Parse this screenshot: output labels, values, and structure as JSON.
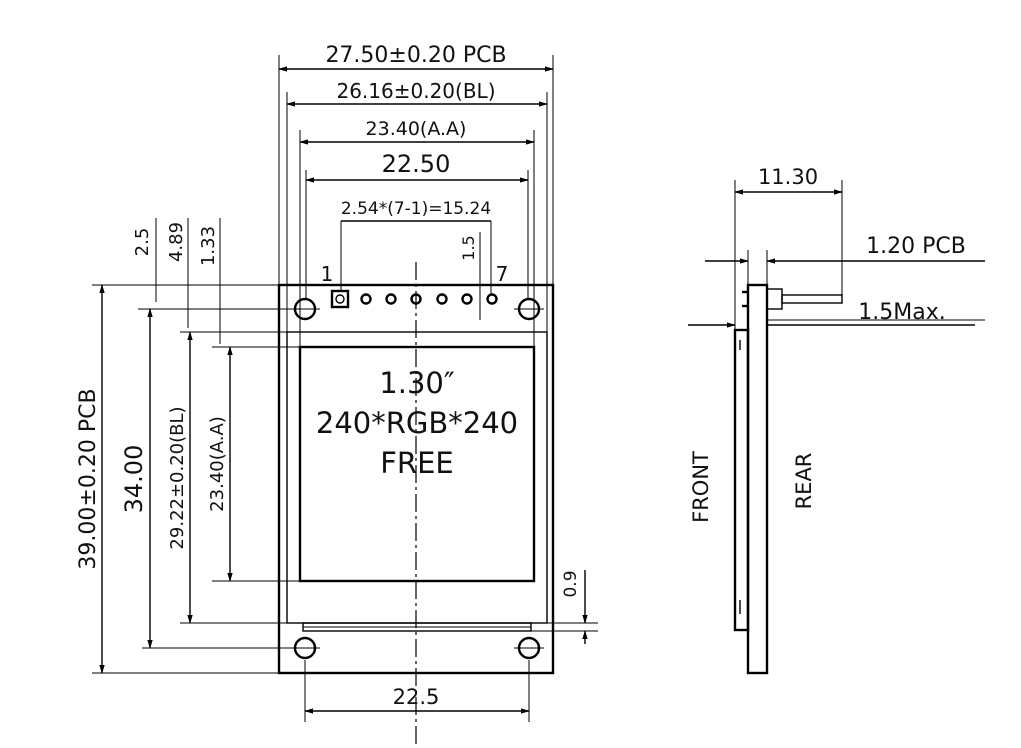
{
  "front_view": {
    "dim_pcb_width": "27.50±0.20 PCB",
    "dim_backlight_width": "26.16±0.20(BL)",
    "dim_active_area_width": "23.40(A.A)",
    "dim_inner_width": "22.50",
    "dim_pin_pitch": "2.54*(7-1)=15.24",
    "dim_hole_spacing": "22.5",
    "dim_left_offset_1": "2.5",
    "dim_left_offset_2": "4.89",
    "dim_left_offset_3": "1.33",
    "dim_pin_hole": "1.5",
    "pin_first": "1",
    "pin_last": "7",
    "dim_pcb_height": "39.00±0.20 PCB",
    "dim_hole_height": "34.00",
    "dim_backlight_height": "29.22±0.20(BL)",
    "dim_active_area_height": "23.40(A.A)",
    "dim_bottom_gap": "0.9",
    "screen_size": "1.30″",
    "screen_resolution": "240*RGB*240",
    "screen_note": "FREE"
  },
  "side_view": {
    "dim_thickness": "11.30",
    "dim_pcb_thickness": "1.20 PCB",
    "dim_max": "1.5Max.",
    "label_front": "FRONT",
    "label_rear": "REAR"
  }
}
